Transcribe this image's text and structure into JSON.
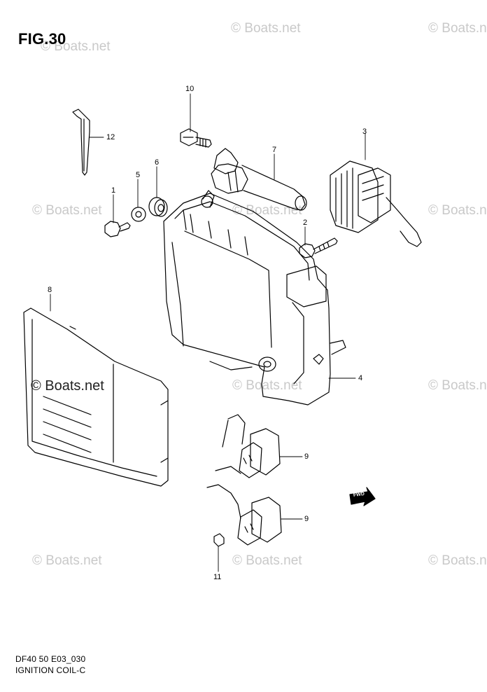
{
  "figure": {
    "title": "FIG.30",
    "code": "DF40 50 E03_030",
    "name": "IGNITION COIL-C",
    "fwd_label": "FWD"
  },
  "watermark": {
    "text": "© Boats.net"
  },
  "callouts": [
    {
      "id": "1",
      "label": "1"
    },
    {
      "id": "2",
      "label": "2"
    },
    {
      "id": "3",
      "label": "3"
    },
    {
      "id": "4",
      "label": "4"
    },
    {
      "id": "5",
      "label": "5"
    },
    {
      "id": "6",
      "label": "6"
    },
    {
      "id": "7",
      "label": "7"
    },
    {
      "id": "8",
      "label": "8"
    },
    {
      "id": "9a",
      "label": "9"
    },
    {
      "id": "9b",
      "label": "9"
    },
    {
      "id": "10",
      "label": "10"
    },
    {
      "id": "11",
      "label": "11"
    },
    {
      "id": "12",
      "label": "12"
    }
  ]
}
